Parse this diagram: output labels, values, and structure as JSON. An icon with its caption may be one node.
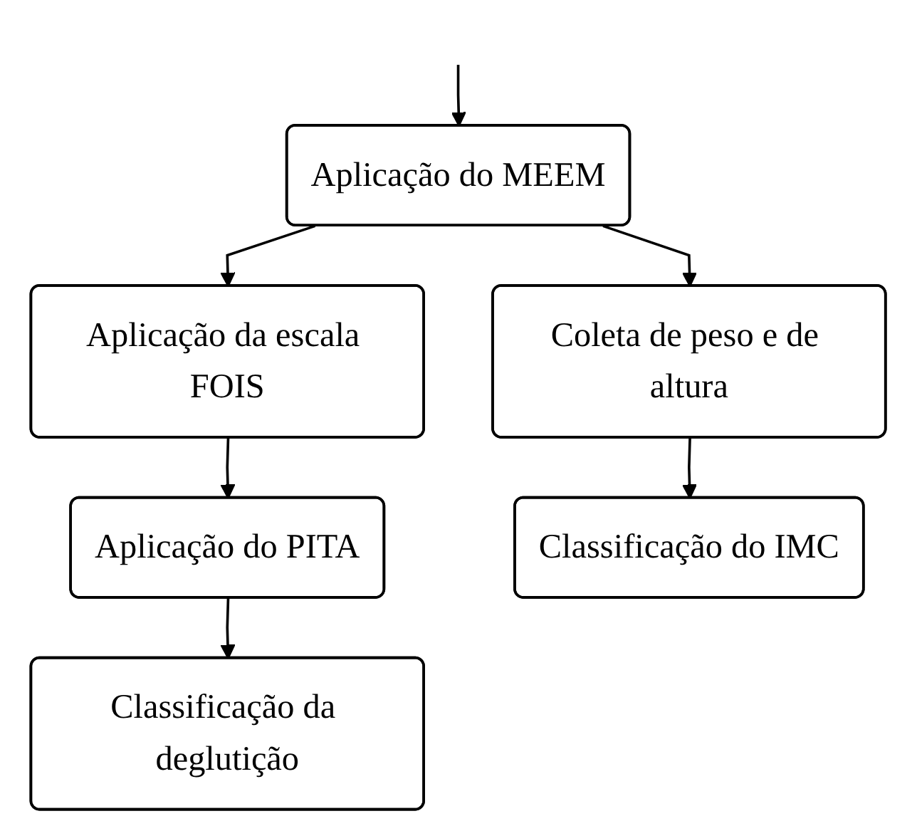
{
  "diagram": {
    "nodes": [
      {
        "text": [
          "Aplicação do MEEM"
        ]
      },
      {
        "text": [
          "Aplicação da escala FOIS"
        ]
      },
      {
        "text": [
          "Coleta de peso e de altura"
        ]
      },
      {
        "text": [
          "Aplicação do PITA"
        ]
      },
      {
        "text": [
          "Classificação do IMC"
        ]
      },
      {
        "text": [
          "Classificação da deglutição"
        ]
      }
    ],
    "edges": [
      {
        "from": null,
        "to": 0,
        "arrow": "to"
      },
      {
        "from": 0,
        "to": 1,
        "arrow": "to"
      },
      {
        "from": 0,
        "to": 2,
        "arrow": "to"
      },
      {
        "from": 1,
        "to": 3,
        "arrow": "to"
      },
      {
        "from": 2,
        "to": 4,
        "arrow": "to"
      },
      {
        "from": 3,
        "to": 5,
        "arrow": "to"
      }
    ]
  }
}
